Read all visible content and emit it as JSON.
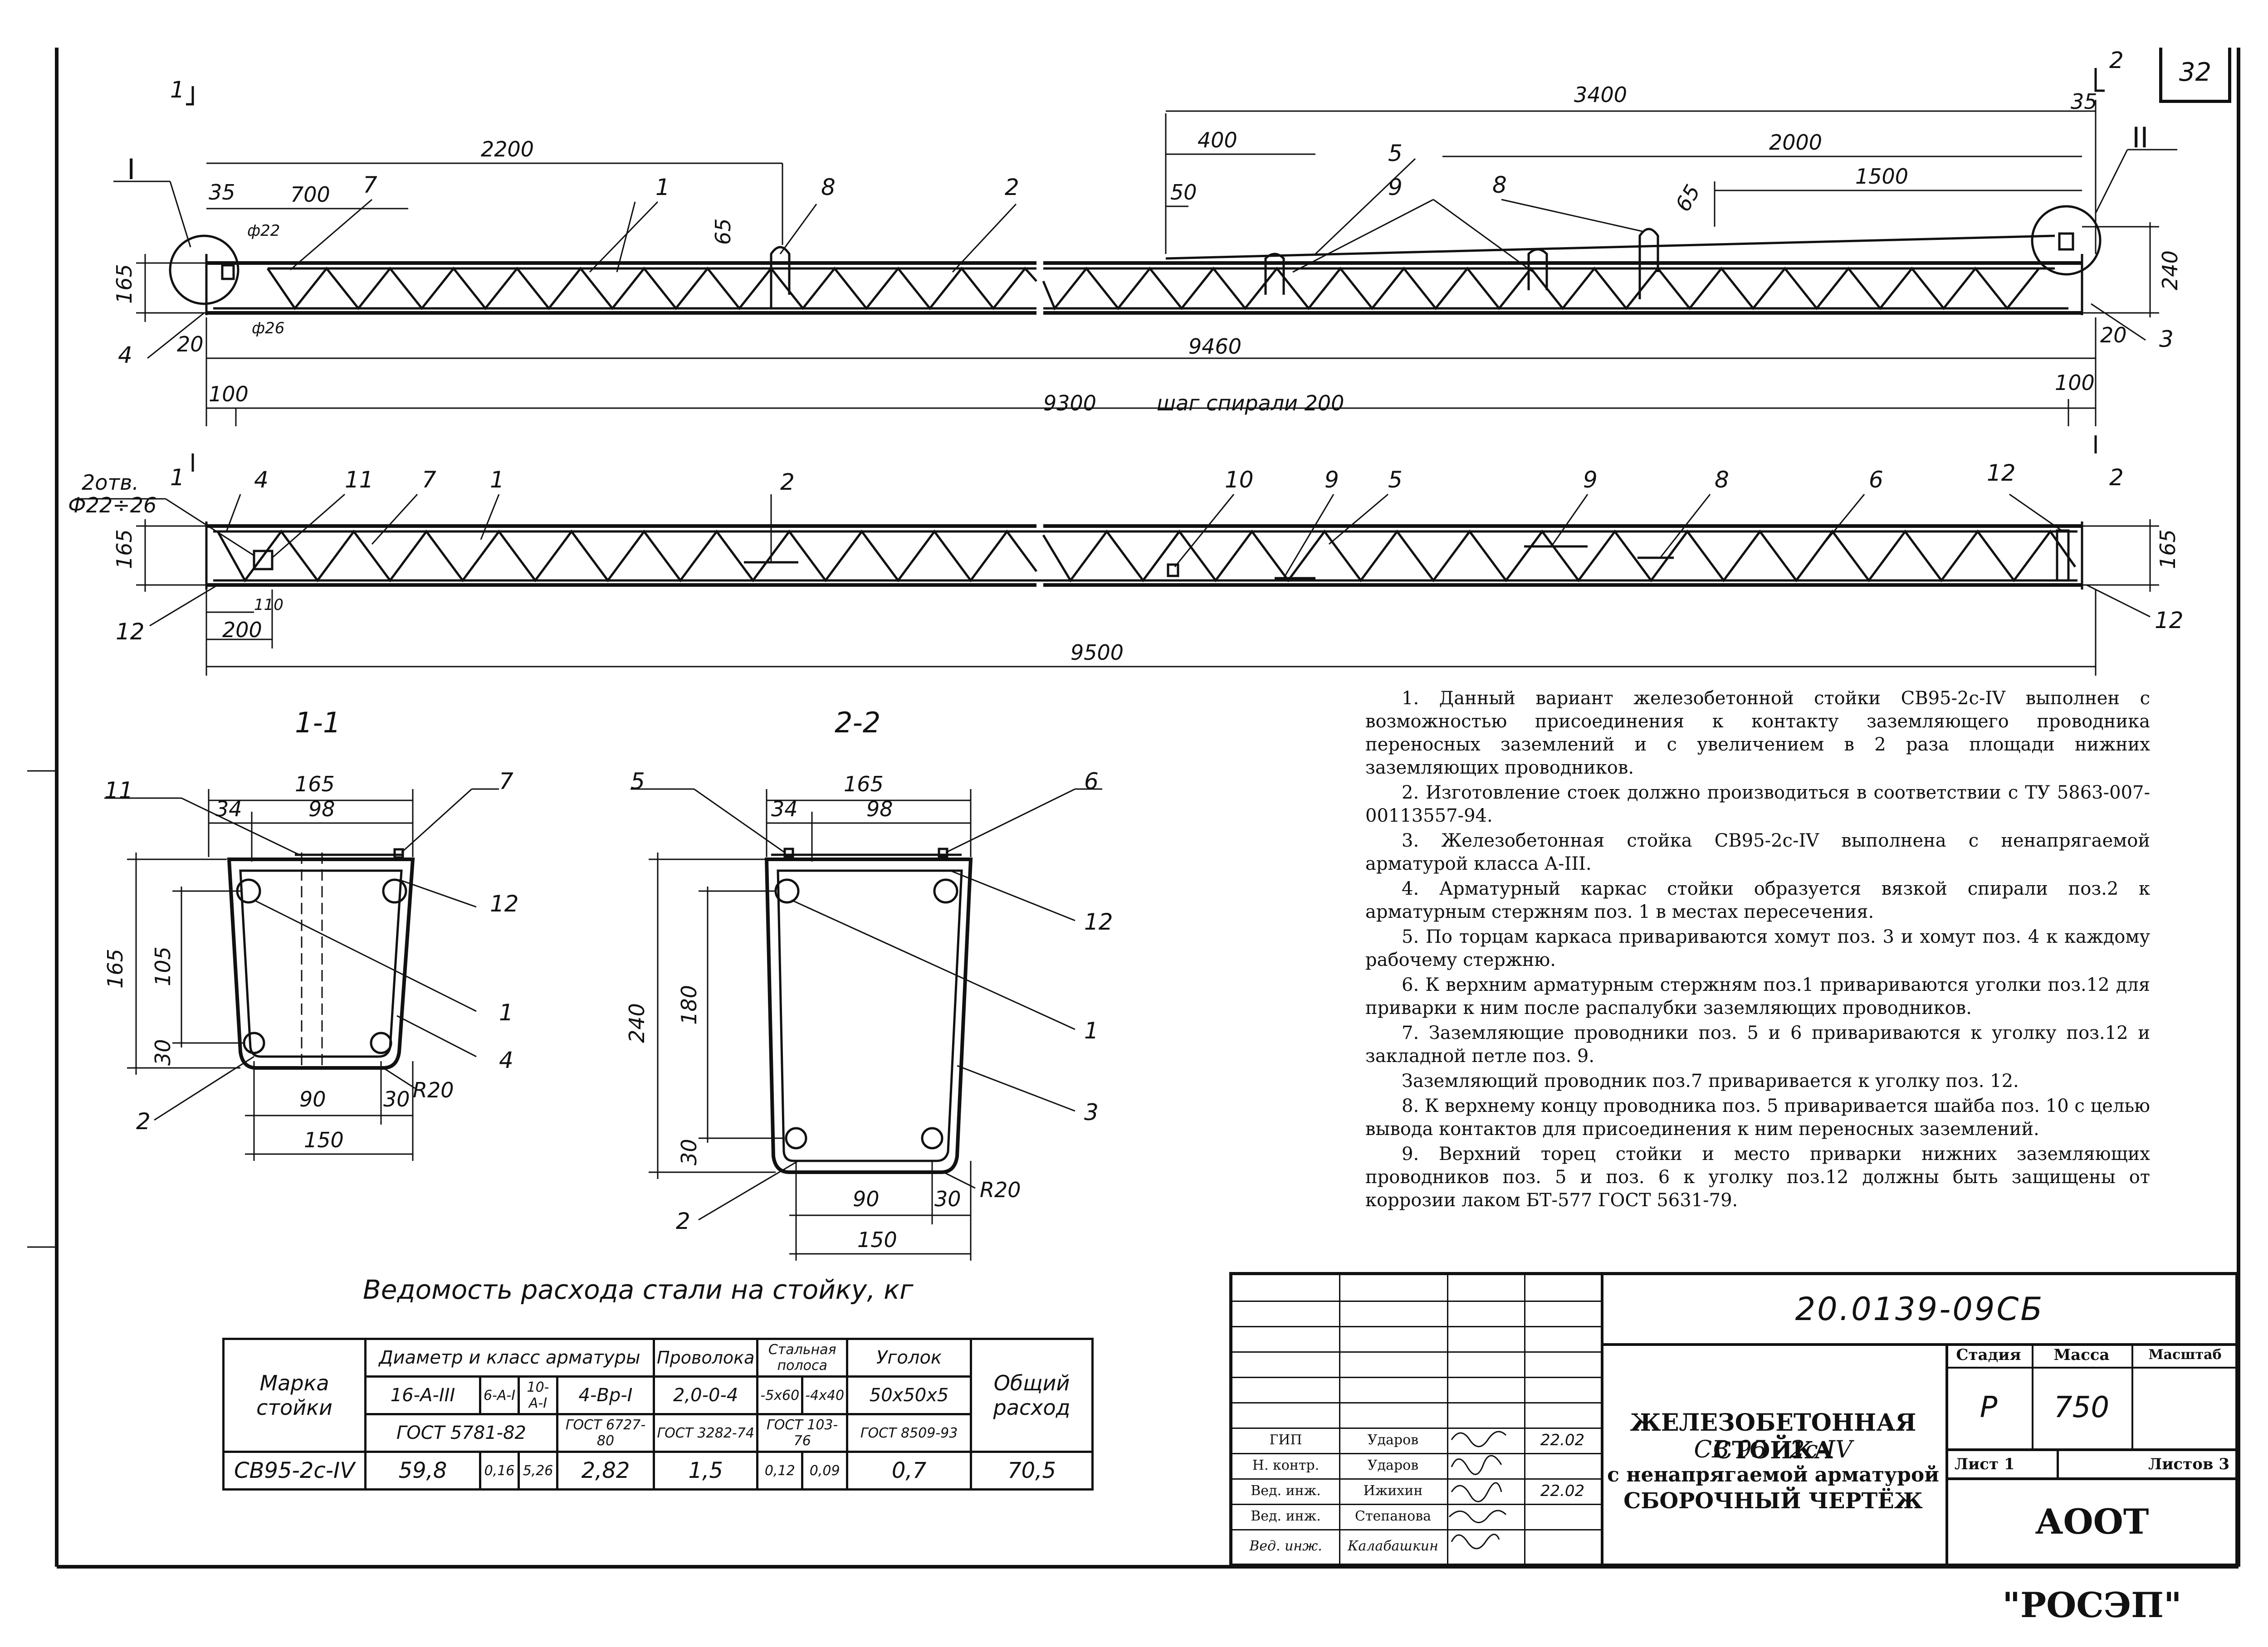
{
  "sheet_number": "32",
  "document_code": "20.0139-09СБ",
  "elevation_top": {
    "dims": {
      "d3400": "3400",
      "d2200": "2200",
      "d400": "400",
      "d2000": "2000",
      "d1500": "1500",
      "d700": "700",
      "d50": "50",
      "d65a": "65",
      "d65b": "65",
      "d35a": "35",
      "d35b": "35",
      "d165": "165",
      "d240": "240",
      "d20a": "20",
      "d20b": "20",
      "d9460": "9460",
      "d100a": "100",
      "d100b": "100",
      "d9300": "9300",
      "spiral": "шаг спирали 200",
      "phi22": "ф22",
      "phi26": "ф26"
    },
    "positions": {
      "p1": "1",
      "p2": "2",
      "p3": "3",
      "p4": "4",
      "p5": "5",
      "p7": "7",
      "p8a": "8",
      "p8b": "8",
      "p9": "9"
    },
    "sections": {
      "s1a": "1",
      "s1b": "1",
      "s2a": "2",
      "s2b": "2"
    },
    "nodes": {
      "n1": "I",
      "n2": "II"
    }
  },
  "elevation_bottom": {
    "dims": {
      "holes": "2отв.",
      "holes_d": "Ф22÷26",
      "d165a": "165",
      "d165b": "165",
      "d110": "110",
      "d200": "200",
      "d9500": "9500"
    },
    "positions": {
      "p1": "1",
      "p2": "2",
      "p4": "4",
      "p5": "5",
      "p6": "6",
      "p7": "7",
      "p8": "8",
      "p9a": "9",
      "p9b": "9",
      "p10": "10",
      "p11": "11",
      "p12a": "12",
      "p12b": "12",
      "p12c": "12"
    }
  },
  "section_1_1": {
    "title": "1-1",
    "dims": {
      "w165": "165",
      "w98": "98",
      "w34": "34",
      "h165": "165",
      "h105": "105",
      "h30": "30",
      "w90": "90",
      "w30": "30",
      "w150": "150",
      "r20": "R20"
    },
    "positions": {
      "p1": "1",
      "p2": "2",
      "p4": "4",
      "p7": "7",
      "p11": "11",
      "p12": "12"
    }
  },
  "section_2_2": {
    "title": "2-2",
    "dims": {
      "w165": "165",
      "w98": "98",
      "w34": "34",
      "h240": "240",
      "h180": "180",
      "h30": "30",
      "w90": "90",
      "w30": "30",
      "w150": "150",
      "r20": "R20"
    },
    "positions": {
      "p1": "1",
      "p2": "2",
      "p3": "3",
      "p5": "5",
      "p6": "6",
      "p12": "12"
    }
  },
  "notes": [
    "1. Данный вариант железобетонной стойки СВ95-2с-IV выполнен с возможностью присоединения к контакту заземляющего проводника переносных заземлений и с увеличением в 2 раза площади нижних заземляющих проводников.",
    "2. Изготовление стоек должно производиться в соответствии с ТУ 5863-007-00113557-94.",
    "3. Железобетонная стойка СВ95-2с-IV выполнена с ненапрягаемой арматурой класса А-III.",
    "4. Арматурный каркас стойки образуется вязкой спирали поз.2 к арматурным стержням поз. 1 в местах пересечения.",
    "5. По торцам каркаса привариваются хомут поз. 3 и хомут поз. 4 к каждому рабочему стержню.",
    "6. К верхним арматурным стержням поз.1 привариваются уголки поз.12 для приварки к ним после распалубки заземляющих проводников.",
    "7. Заземляющие проводники поз. 5 и 6 привариваются к уголку поз.12 и закладной петле поз. 9.",
    "Заземляющий проводник поз.7 приваривается к уголку поз. 12.",
    "8. К верхнему концу проводника поз. 5 приваривается шайба поз. 10 с целью вывода контактов для присоединения к ним переносных заземлений.",
    "9. Верхний торец стойки и место приварки нижних заземляющих проводников поз. 5 и поз. 6 к уголку поз.12 должны быть защищены от коррозии лаком БТ-577 ГОСТ 5631-79."
  ],
  "steel_table": {
    "title": "Ведомость расхода стали на стойку, кг",
    "h_mark": "Марка стойки",
    "h_diameter": "Диаметр и класс арматуры",
    "h_wire": "Проволока",
    "h_strip": "Стальная полоса",
    "h_angle": "Уголок",
    "h_total": "Общий расход",
    "c_16": "16-А-III",
    "c_6": "6-А-I",
    "c_10": "10-А-I",
    "c_4": "4-Вр-I",
    "c_wire": "2,0-0-4",
    "c_strip1": "-5х60",
    "c_strip2": "-4х40",
    "c_angle": "50х50х5",
    "g_5781": "ГОСТ 5781-82",
    "g_6727": "ГОСТ 6727-80",
    "g_3282": "ГОСТ 3282-74",
    "g_103": "ГОСТ 103-76",
    "g_8509": "ГОСТ 8509-93",
    "row": {
      "mark": "СВ95-2с-IV",
      "v16": "59,8",
      "v6": "0,16",
      "v10": "5,26",
      "v4": "2,82",
      "wire": "1,5",
      "s1": "0,12",
      "s2": "0,09",
      "angle": "0,7",
      "total": "70,5"
    }
  },
  "title_block": {
    "signatures": [
      {
        "role": "ГИП",
        "name": "Ударов",
        "date": "22.02"
      },
      {
        "role": "Н. контр.",
        "name": "Ударов",
        "date": ""
      },
      {
        "role": "Вед. инж.",
        "name": "Ижихин",
        "date": "22.02"
      },
      {
        "role": "Вед. инж.",
        "name": "Степанова",
        "date": ""
      },
      {
        "role": "Вед. инж.",
        "name": "Калабашкин",
        "date": ""
      }
    ],
    "name_line1": "ЖЕЛЕЗОБЕТОННАЯ СТОЙКА",
    "name_line2": "СВ 95 - 2с-IV",
    "name_line3": "с ненапрягаемой арматурой",
    "name_line4": "СБОРОЧНЫЙ ЧЕРТЁЖ",
    "stage_label": "Стадия",
    "mass_label": "Масса",
    "scale_label": "Масштаб",
    "stage": "Р",
    "mass": "750",
    "sheet_label": "Лист 1",
    "sheets_label": "Листов 3",
    "organization": "АООТ \"РОСЭП\""
  }
}
